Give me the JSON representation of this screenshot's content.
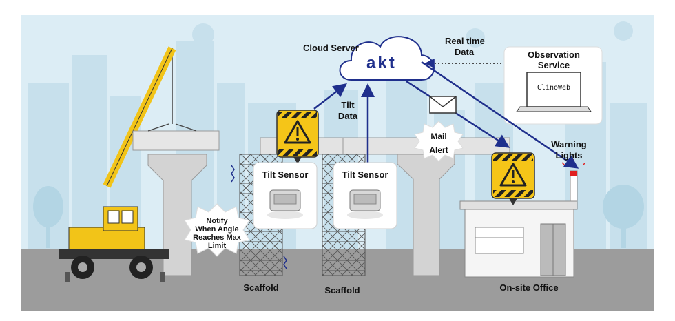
{
  "cloud": {
    "label": "Cloud Server",
    "logo": "akt"
  },
  "realtime": {
    "line1": "Real time",
    "line2": "Data"
  },
  "observation": {
    "line1": "Observation",
    "line2": "Service",
    "screen": "ClinoWeb"
  },
  "tilt_data": {
    "line1": "Tilt",
    "line2": "Data"
  },
  "mail_alert": {
    "line1": "Mail",
    "line2": "Alert"
  },
  "warning_lights": {
    "line1": "Warning",
    "line2": "Lights"
  },
  "sensors": [
    {
      "label": "Tilt Sensor"
    },
    {
      "label": "Tilt Sensor"
    }
  ],
  "notify": {
    "line1": "Notify",
    "line2": "When Angle",
    "line3": "Reaches Max",
    "line4": "Limit"
  },
  "scaffold_labels": [
    "Scaffold",
    "Scaffold"
  ],
  "office": {
    "label": "On-site Office"
  },
  "colors": {
    "sky": "#dbedf5",
    "ground": "#9c9c9c",
    "arrow": "#1f2f8c",
    "warning": "#f5c518",
    "crane": "#f2c418"
  }
}
